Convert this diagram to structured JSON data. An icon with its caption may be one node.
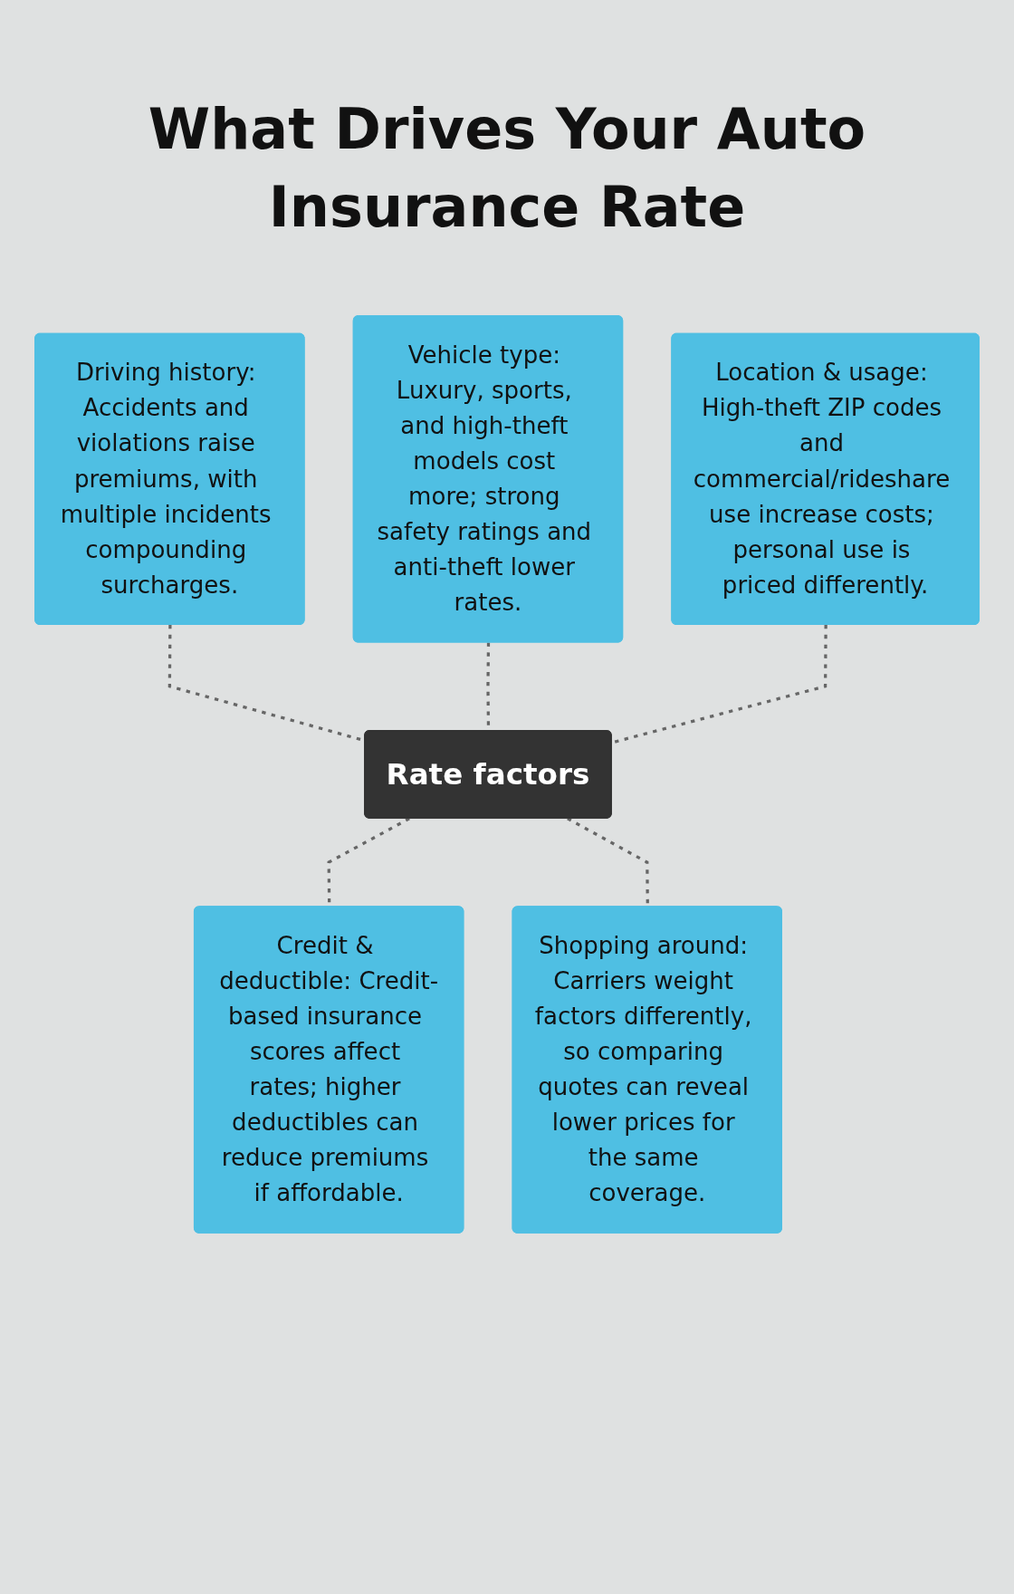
{
  "diagram": {
    "title": "What Drives Your Auto Insurance Rate",
    "nodes": [
      {
        "text": [
          "Driving history: Accidents and violations raise premiums, with multiple incidents compounding surcharges."
        ]
      },
      {
        "text": [
          "Vehicle type: Luxury, sports, and high-theft models cost more; strong safety ratings and anti-theft lower rates."
        ]
      },
      {
        "text": [
          "Location & usage: High-theft ZIP codes and commercial/rideshare use increase costs; personal use is priced differently."
        ]
      },
      {
        "text": [
          "Rate factors"
        ]
      },
      {
        "text": [
          "Credit & deductible: Credit-based insurance scores affect rates; higher deductibles can reduce premiums if affordable."
        ]
      },
      {
        "text": [
          "Shopping around: Carriers weight factors differently, so comparing quotes can reveal lower prices for the same coverage."
        ]
      }
    ],
    "edges": [
      {
        "from": 0,
        "to": 3,
        "arrow": "none",
        "style": "dashed"
      },
      {
        "from": 1,
        "to": 3,
        "arrow": "none",
        "style": "dashed"
      },
      {
        "from": 2,
        "to": 3,
        "arrow": "none",
        "style": "dashed"
      },
      {
        "from": 3,
        "to": 4,
        "arrow": "none",
        "style": "dashed"
      },
      {
        "from": 3,
        "to": 5,
        "arrow": "none",
        "style": "dashed"
      }
    ]
  }
}
